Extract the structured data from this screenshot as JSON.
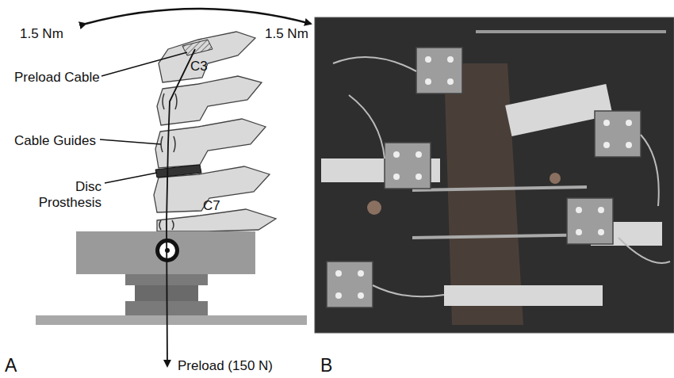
{
  "diagram": {
    "labels": [
      "1.5 Nm",
      "1.5 Nm",
      "Preload Cable",
      "C3",
      "Cable Guides",
      "Disc Prosthesis",
      "C7",
      "Preload (150 N)",
      "A",
      "B"
    ]
  }
}
